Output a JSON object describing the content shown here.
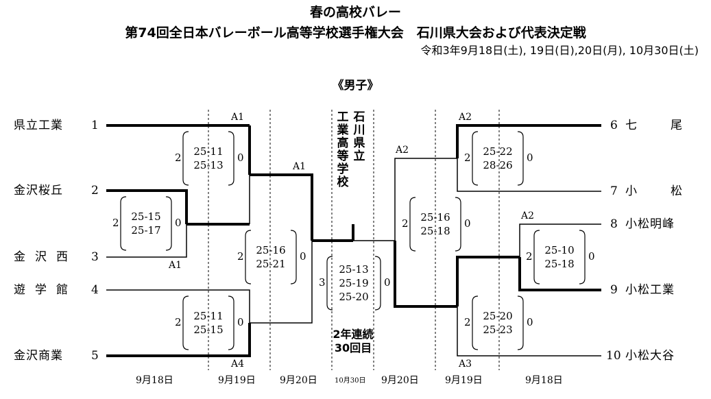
{
  "header": {
    "line1": "春の高校バレー",
    "line2": "第74回全日本バレーボール高等学校選手権大会　石川県大会および代表決定戦",
    "line3": "令和3年9月18日(土), 19日(日),20日(月), 10月30日(土)"
  },
  "division": "《男子》",
  "venue": "石川県立工業高等学校",
  "note_line1": "2年連続",
  "note_line2": "30回目",
  "teams": [
    {
      "name": "県立工業",
      "num": "1"
    },
    {
      "name": "金沢桜丘",
      "num": "2"
    },
    {
      "name": "金沢西",
      "num": "3"
    },
    {
      "name": "遊学館",
      "num": "4"
    },
    {
      "name": "金沢商業",
      "num": "5"
    },
    {
      "name": "七　　尾",
      "num": "6"
    },
    {
      "name": "小　　松",
      "num": "7"
    },
    {
      "name": "小松明峰",
      "num": "8"
    },
    {
      "name": "小松工業",
      "num": "9"
    },
    {
      "name": "小松大谷",
      "num": "10"
    }
  ],
  "matches": [
    {
      "left": "2",
      "right": "0",
      "sets": [
        "25-15",
        "25-17"
      ]
    },
    {
      "left": "2",
      "right": "0",
      "sets": [
        "25-11",
        "25-13"
      ]
    },
    {
      "left": "2",
      "right": "0",
      "sets": [
        "25-11",
        "25-15"
      ]
    },
    {
      "left": "2",
      "right": "0",
      "sets": [
        "25-16",
        "25-21"
      ]
    },
    {
      "left": "3",
      "right": "0",
      "sets": [
        "25-13",
        "25-19",
        "25-20"
      ]
    },
    {
      "left": "2",
      "right": "0",
      "sets": [
        "25-22",
        "28-26"
      ]
    },
    {
      "left": "2",
      "right": "0",
      "sets": [
        "25-10",
        "25-18"
      ]
    },
    {
      "left": "2",
      "right": "0",
      "sets": [
        "25-20",
        "25-23"
      ]
    },
    {
      "left": "2",
      "right": "0",
      "sets": [
        "25-16",
        "25-18"
      ]
    }
  ],
  "codes": {
    "c1": "A1",
    "c2": "A1",
    "c3": "A4",
    "c4": "A1",
    "c5": "A2",
    "c6": "A2",
    "c7": "A2",
    "c8": "A3"
  },
  "dates": {
    "d1": "9月18日",
    "d2": "9月19日",
    "d3": "9月20日",
    "d4": "10月30日",
    "d5": "9月20日",
    "d6": "9月19日",
    "d7": "9月18日"
  }
}
